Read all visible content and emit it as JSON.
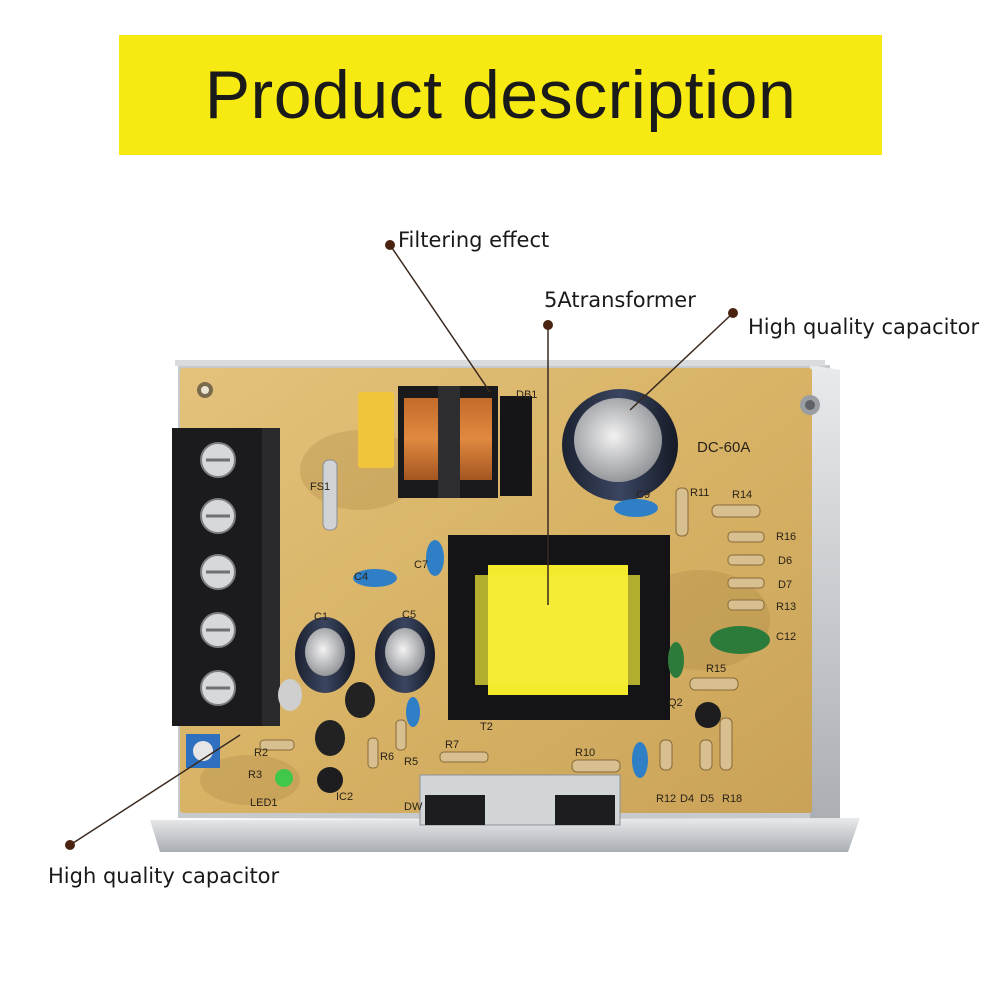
{
  "banner": {
    "title": "Product description",
    "color": "#f7ea12"
  },
  "callouts": {
    "filtering": "Filtering effect",
    "transformer": "5Atransformer",
    "capacitor_top": "High quality capacitor",
    "capacitor_bottom": "High quality capacitor"
  },
  "board_print": {
    "model": "DC-60A",
    "db1": "DB1",
    "fs1": "FS1",
    "c1": "C1",
    "c4": "C4",
    "c5": "C5",
    "c7": "C7",
    "c9": "C9",
    "c12": "C12",
    "t2": "T2",
    "r11": "R11",
    "r14": "R14",
    "r16": "R16",
    "d6": "D6",
    "d7": "D7",
    "r13": "R13",
    "r15": "R15",
    "q2": "Q2",
    "r10": "R10",
    "r7": "R7",
    "r5": "R5",
    "r6": "R6",
    "r3": "R3",
    "r2": "R2",
    "led1": "LED1",
    "ic2": "IC2",
    "r12": "R12",
    "d4": "D4",
    "d5": "D5",
    "r18": "R18",
    "dw": "DW"
  },
  "colors": {
    "marker": "#4a2410",
    "board": "#d9b56a",
    "chassis": "#c9ccd0"
  }
}
